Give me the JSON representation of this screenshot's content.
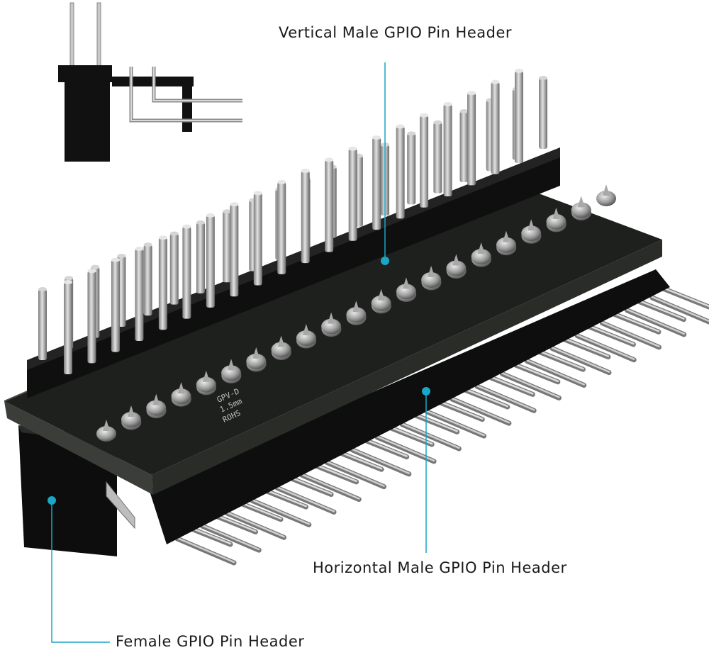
{
  "labels": {
    "vertical": "Vertical Male GPIO Pin Header",
    "horizontal": "Horizontal Male GPIO Pin Header",
    "female": "Female GPIO Pin Header"
  },
  "board_print": [
    "GPV-D",
    "1.5mm",
    "ROHS"
  ],
  "colors": {
    "callout": "#1aa6c4",
    "board": "#1c1e1c",
    "pin": "#b9b9b9",
    "header_plastic": "#111111"
  }
}
